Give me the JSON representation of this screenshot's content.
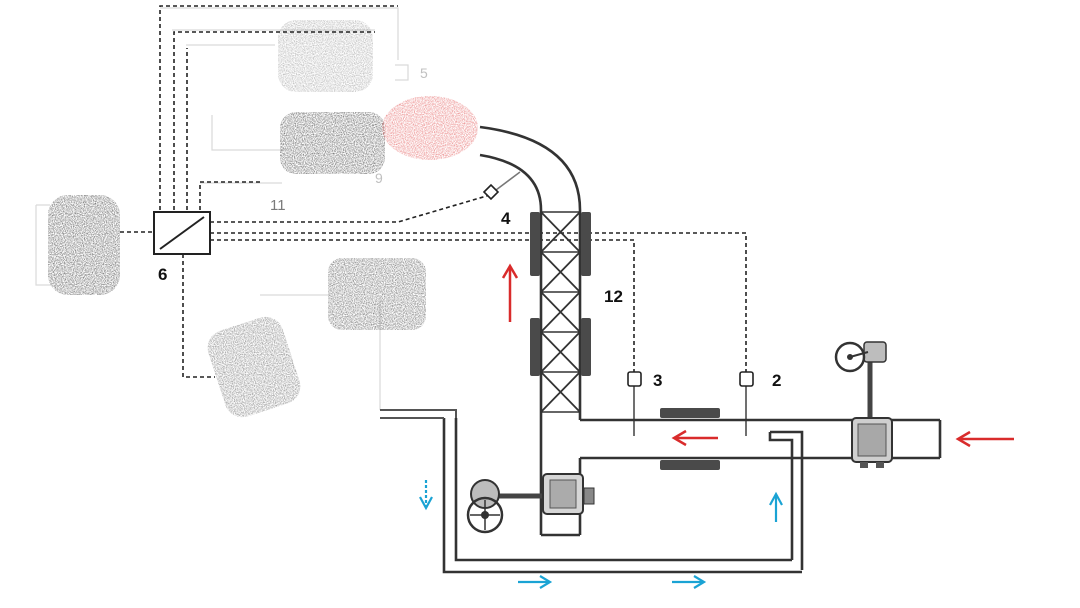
{
  "labels": {
    "controller": "6",
    "sensor_top": "4",
    "sensor_mid": "3",
    "sensor_right": "2",
    "pipe_segment": "12",
    "faded_ref_1": "11",
    "faded_ref_2": "5",
    "faded_ref_3": "9"
  },
  "colors": {
    "flow_hot": "#d92b2b",
    "flow_cold": "#1aa3d4",
    "pipe": "#333333",
    "signal_line": "#222222",
    "sketch_dark": "#3a3a3a",
    "sketch_red": "#e04848"
  },
  "arrows": {
    "inlet": "left",
    "riser": "up",
    "horizontal": "left",
    "bypass_down": "down",
    "bypass_bottom": "right",
    "bypass_up": "up"
  }
}
